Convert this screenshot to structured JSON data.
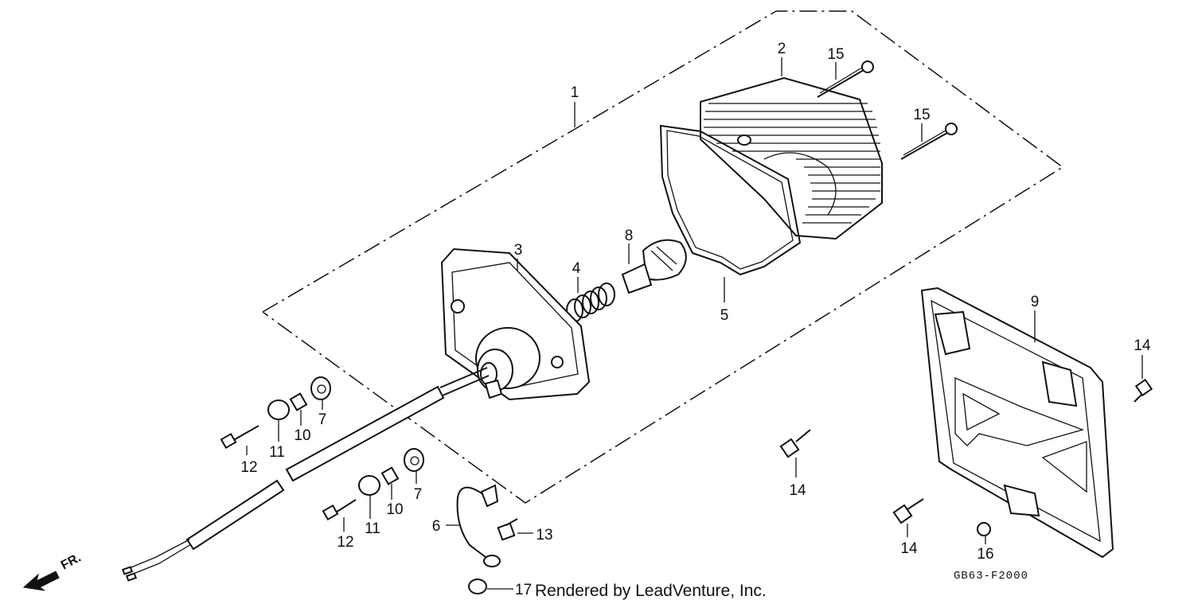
{
  "diagram": {
    "labels": {
      "p1": "1",
      "p2": "2",
      "p3": "3",
      "p4": "4",
      "p5": "5",
      "p6": "6",
      "p7a": "7",
      "p7b": "7",
      "p8": "8",
      "p9": "9",
      "p10a": "10",
      "p10b": "10",
      "p11a": "11",
      "p11b": "11",
      "p12a": "12",
      "p12b": "12",
      "p13": "13",
      "p14a": "14",
      "p14b": "14",
      "p14c": "14",
      "p15a": "15",
      "p15b": "15",
      "p16": "16",
      "p17": "17"
    },
    "credit": "Rendered by LeadVenture, Inc.",
    "code": "GB63-F2000",
    "direction": "FR."
  }
}
